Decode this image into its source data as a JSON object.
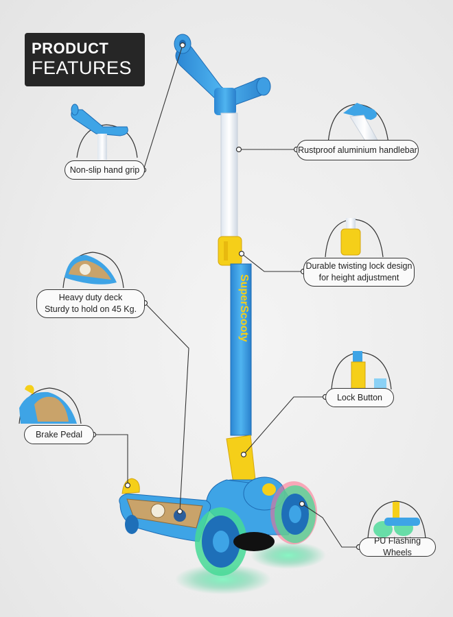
{
  "header": {
    "line1": "PRODUCT",
    "line2": "FEATURES"
  },
  "brand_text": "SuperScooty",
  "features": {
    "handlebar": "Rustproof aluminium handlebar",
    "grip": "Non-slip hand grip",
    "lock_line1": "Durable twisting lock design",
    "lock_line2": "for height adjustment",
    "deck_line1": "Heavy duty deck",
    "deck_line2": "Sturdy to hold on 45 Kg.",
    "lock_button": "Lock Button",
    "brake": "Brake Pedal",
    "wheels": "PU Flashing Wheels"
  },
  "colors": {
    "blue": "#3ea4e6",
    "dark_blue": "#1e6fb8",
    "yellow": "#f5cf19",
    "green_glow": "#4fe3a0"
  }
}
